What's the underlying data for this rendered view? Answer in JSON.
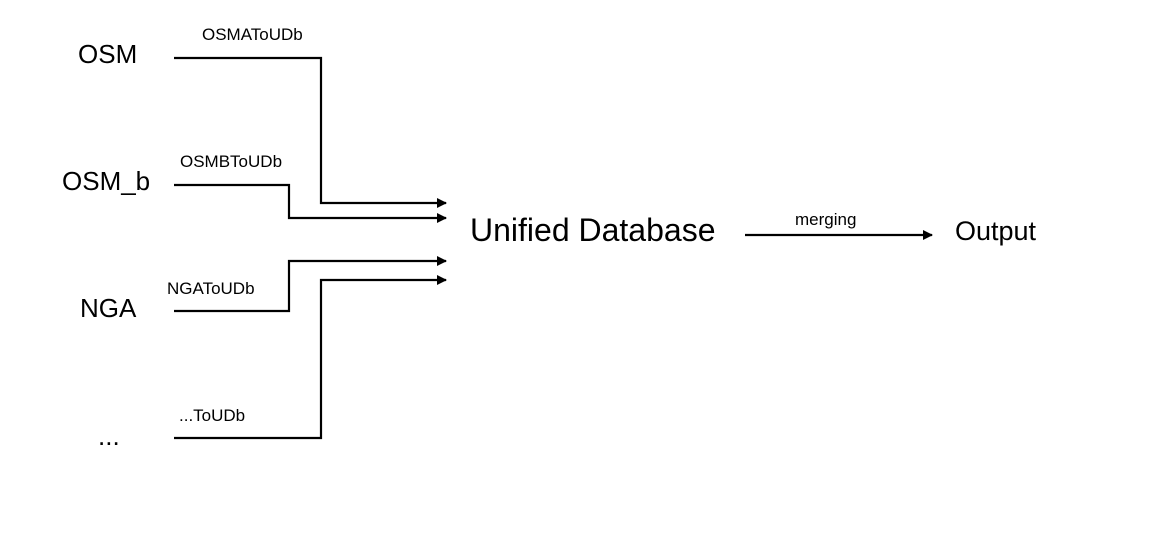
{
  "sources": {
    "osm": "OSM",
    "osm_b": "OSM_b",
    "nga": "NGA",
    "more": "..."
  },
  "edges": {
    "osm": "OSMAToUDb",
    "osm_b": "OSMBToUDb",
    "nga": "NGAToUDb",
    "more": "...ToUDb",
    "merge": "merging"
  },
  "hub": "Unified Database",
  "output": "Output",
  "colors": {
    "line": "#000000",
    "background": "#ffffff"
  }
}
